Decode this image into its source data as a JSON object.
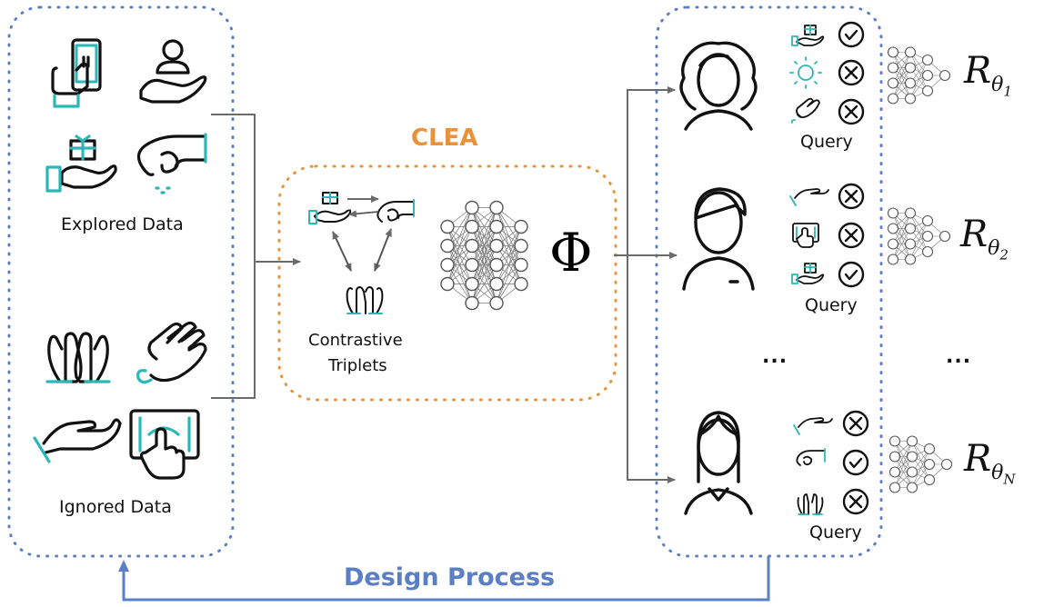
{
  "labels": {
    "explored": "Explored Data",
    "ignored": "Ignored Data",
    "clea": "CLEA",
    "contrastive": "Contrastive",
    "triplets": "Triplets",
    "phi": "Φ",
    "query": "Query",
    "design_process": "Design Process",
    "ellipsis": "..."
  },
  "reward_models": [
    {
      "base": "R",
      "sub_main": "θ",
      "sub_index": "1"
    },
    {
      "base": "R",
      "sub_main": "θ",
      "sub_index": "2"
    },
    {
      "base": "R",
      "sub_main": "θ",
      "sub_index": "N"
    }
  ],
  "users": [
    {
      "name": "user-1",
      "marks": [
        "check",
        "cross",
        "cross"
      ]
    },
    {
      "name": "user-2",
      "marks": [
        "cross",
        "cross",
        "check"
      ]
    },
    {
      "name": "user-3",
      "marks": [
        "cross",
        "check",
        "cross"
      ]
    }
  ],
  "colors": {
    "accent_teal": "#2BB7B7",
    "clea_orange": "#E8923B",
    "design_blue": "#5B7FC4",
    "arrow_gray": "#6b6b6b"
  }
}
